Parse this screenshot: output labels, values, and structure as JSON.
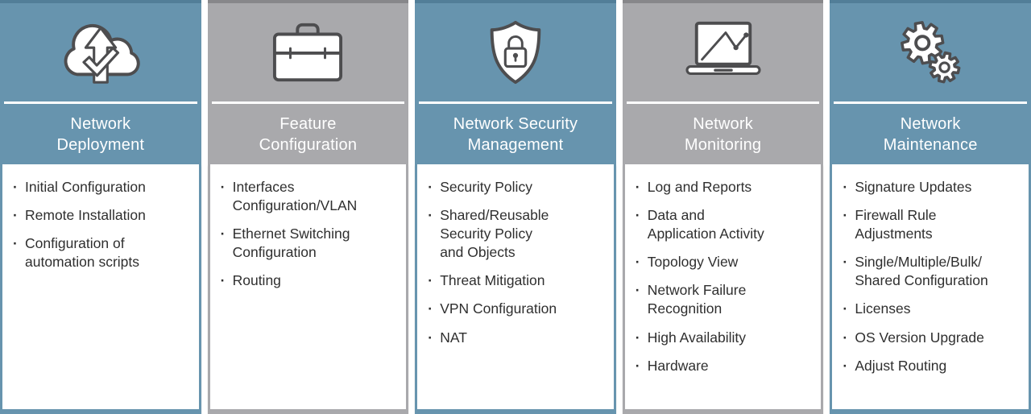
{
  "bullet": "·",
  "colors": {
    "blue": "#6794AE",
    "blue_dark": "#527E98",
    "gray": "#A9A9AC",
    "gray_dark": "#87878A",
    "icon_outline": "#4D4D4F",
    "text": "#2F2F2F"
  },
  "columns": [
    {
      "title": "Network\nDeployment",
      "icon": "cloud-deploy-icon",
      "theme": "blue",
      "items": [
        "Initial Configuration",
        "Remote Installation",
        "Configuration of\nautomation scripts"
      ]
    },
    {
      "title": "Feature\nConfiguration",
      "icon": "briefcase-icon",
      "theme": "gray",
      "items": [
        "Interfaces\nConfiguration/VLAN",
        "Ethernet Switching\nConfiguration",
        "Routing"
      ]
    },
    {
      "title": "Network Security\nManagement",
      "icon": "shield-lock-icon",
      "theme": "blue",
      "items": [
        "Security Policy",
        "Shared/Reusable\nSecurity Policy\nand Objects",
        "Threat Mitigation",
        "VPN Configuration",
        "NAT"
      ]
    },
    {
      "title": "Network\nMonitoring",
      "icon": "laptop-chart-icon",
      "theme": "gray",
      "items": [
        "Log and Reports",
        "Data and\nApplication Activity",
        "Topology View",
        "Network Failure\nRecognition",
        "High Availability",
        "Hardware"
      ]
    },
    {
      "title": "Network\nMaintenance",
      "icon": "gears-icon",
      "theme": "blue",
      "items": [
        "Signature Updates",
        "Firewall Rule\nAdjustments",
        "Single/Multiple/Bulk/\nShared Configuration",
        "Licenses",
        "OS Version Upgrade",
        "Adjust Routing"
      ]
    }
  ]
}
